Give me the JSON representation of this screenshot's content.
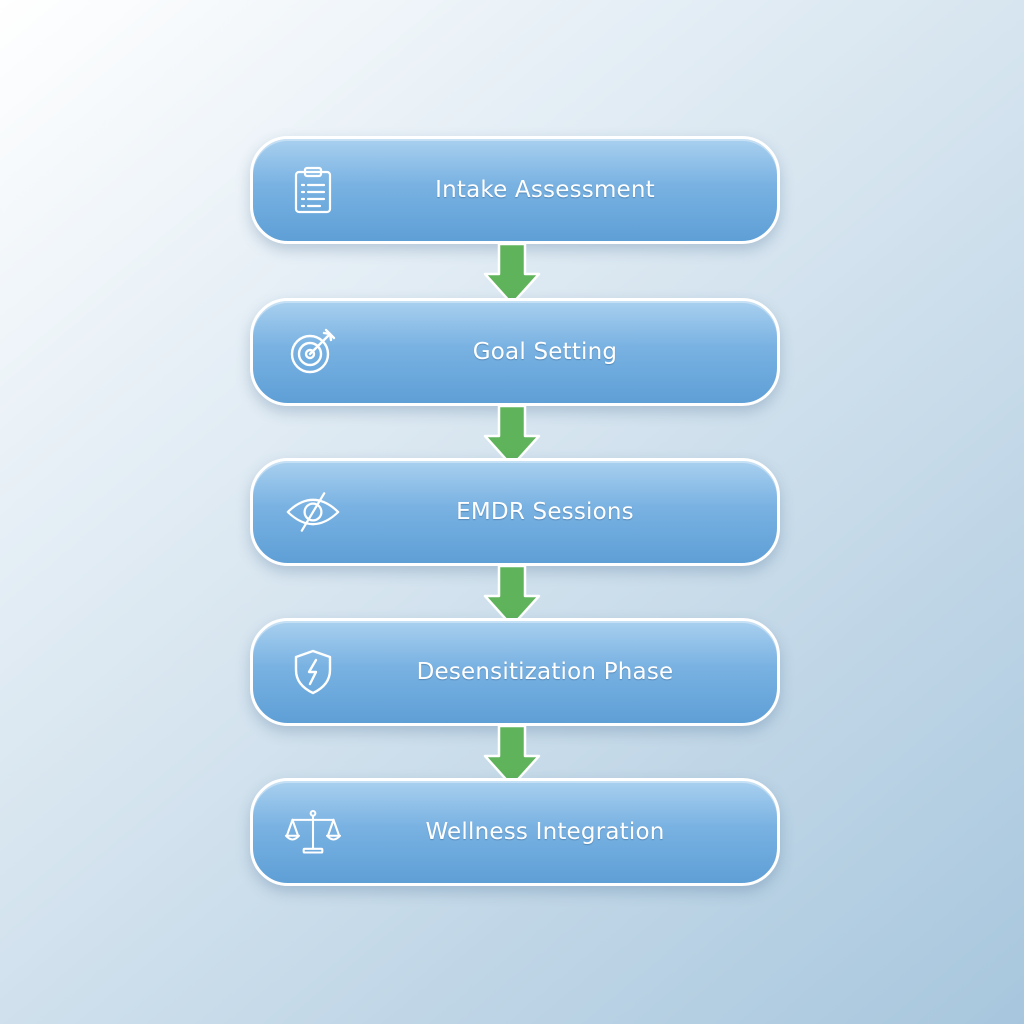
{
  "steps": [
    {
      "label": "Intake Assessment",
      "icon": "clipboard-icon"
    },
    {
      "label": "Goal Setting",
      "icon": "target-icon"
    },
    {
      "label": "EMDR Sessions",
      "icon": "eye-icon"
    },
    {
      "label": "Desensitization Phase",
      "icon": "shield-icon"
    },
    {
      "label": "Wellness Integration",
      "icon": "scales-icon"
    }
  ],
  "colors": {
    "box": "#6fabdf",
    "arrow": "#5fb35a",
    "border": "#ffffff"
  }
}
